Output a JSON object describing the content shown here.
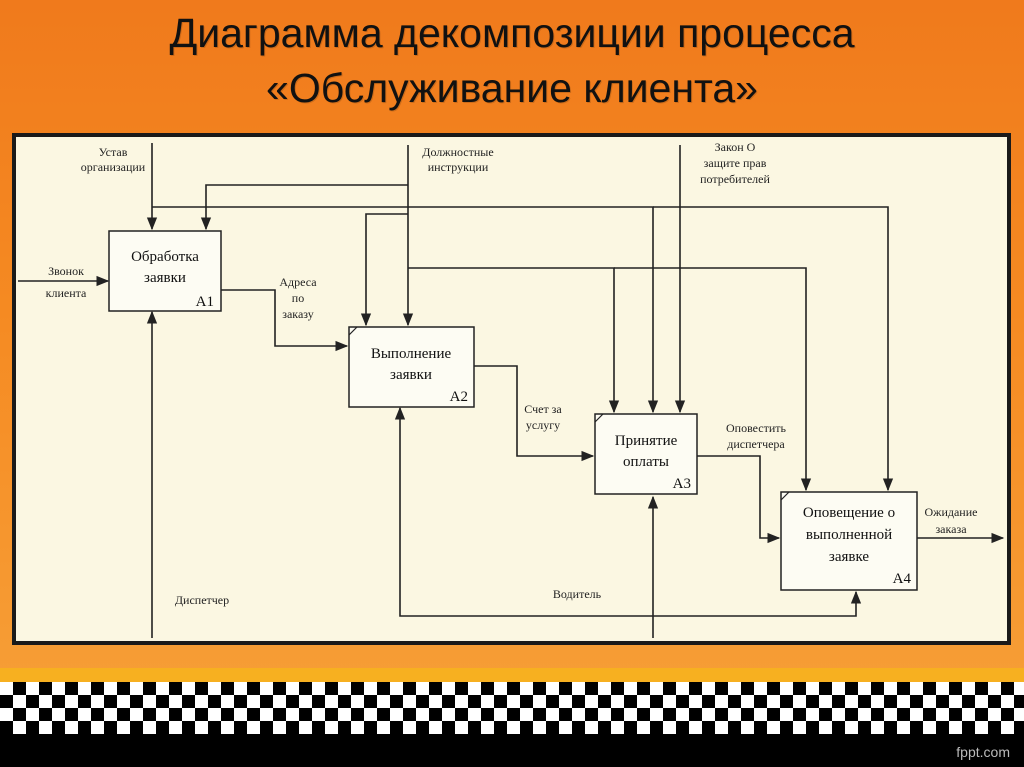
{
  "slide": {
    "title_line1": "Диаграмма декомпозиции процесса",
    "title_line2": "«Обслуживание клиента»",
    "watermark": "fppt.com"
  },
  "diagram": {
    "boxes": [
      {
        "id": "A1",
        "line1": "Обработка",
        "line2": "заявки",
        "line3": ""
      },
      {
        "id": "A2",
        "line1": "Выполнение",
        "line2": "заявки",
        "line3": ""
      },
      {
        "id": "A3",
        "line1": "Принятие",
        "line2": "оплаты",
        "line3": ""
      },
      {
        "id": "A4",
        "line1": "Оповещение о",
        "line2": "выполненной",
        "line3": "заявке"
      }
    ],
    "controls": {
      "ustav": [
        "Устав",
        "организации"
      ],
      "instr": [
        "Должностные",
        "инструкции"
      ],
      "zakon": [
        "Закон О",
        "защите прав",
        "потребителей"
      ]
    },
    "input": [
      "Звонок",
      "клиента"
    ],
    "output": [
      "Ожидание",
      "заказа"
    ],
    "flows": {
      "addresses": [
        "Адреса",
        "по",
        "заказу"
      ],
      "invoice": [
        "Счет за",
        "услугу"
      ],
      "notify": [
        "Оповестить",
        "диспетчера"
      ]
    },
    "mechanisms": {
      "dispatcher": "Диспетчер",
      "driver": "Водитель"
    }
  }
}
